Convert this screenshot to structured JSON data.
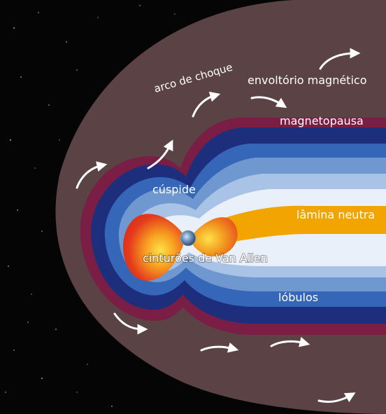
{
  "labels": {
    "bow_shock": "arco de choque",
    "magnetosheath": "envoltório magnético",
    "magnetopause": "magnetopausa",
    "cusp": "cúspide",
    "neutral_sheet": "lâmina neutra",
    "van_allen": "cinturões de Van Allen",
    "lobes": "lóbulos"
  },
  "colors": {
    "space": "#000000",
    "sheath": "#5b4245",
    "magnetopause_band": "#7a1e45",
    "lobe_dark": "#1d2f7c",
    "lobe_mid": "#3566b8",
    "lobe_light": "#9db9e0",
    "lobe_white": "#e8eef8",
    "neutral_sheet": "#f2a400",
    "belt_red": "#e53a1c",
    "belt_orange": "#f7a021"
  }
}
